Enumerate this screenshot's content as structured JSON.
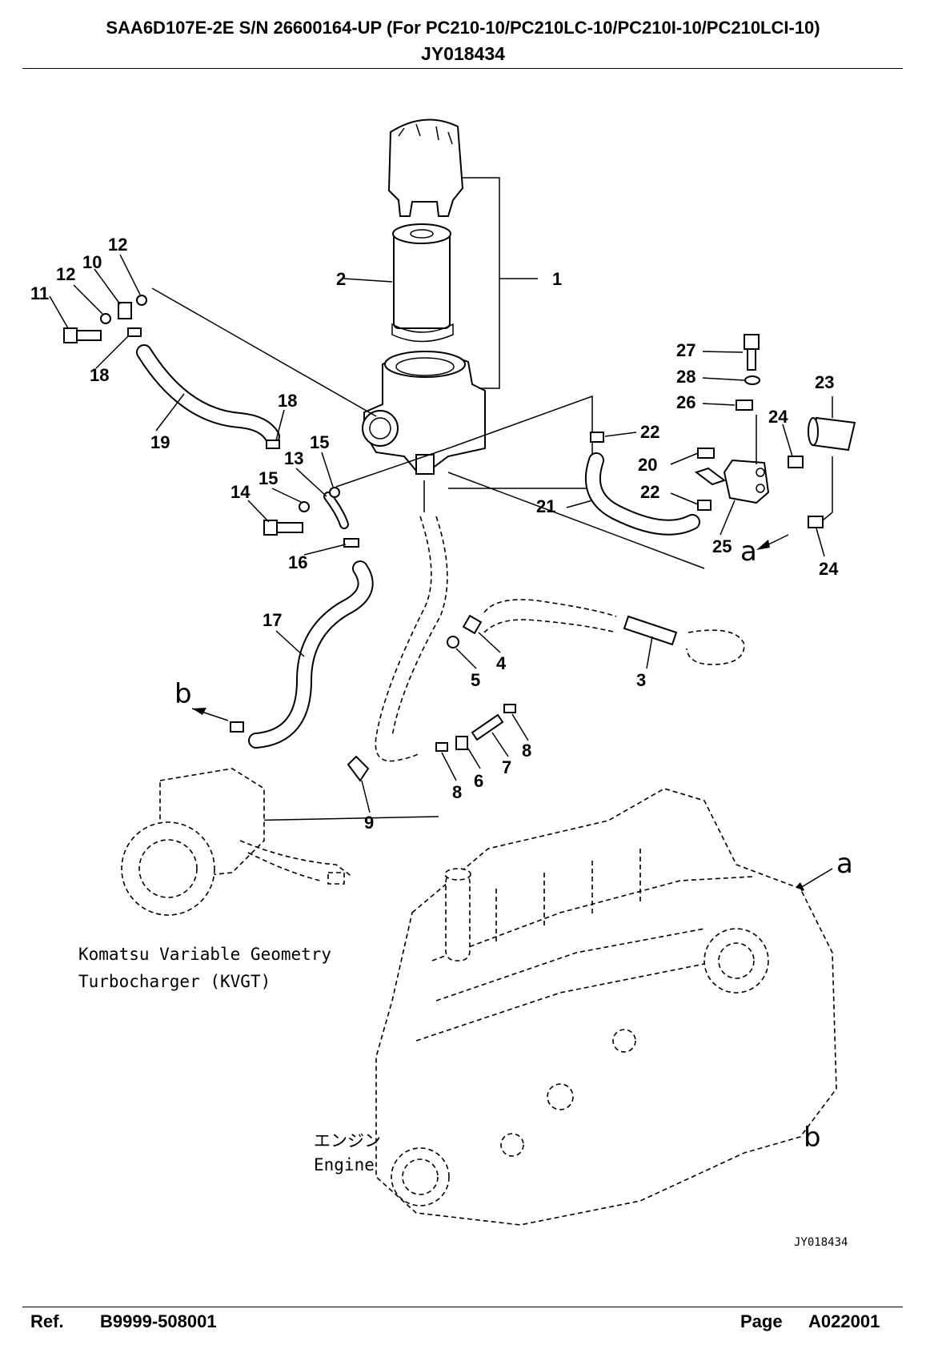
{
  "header": {
    "title": "SAA6D107E-2E S/N 26600164-UP (For PC210-10/PC210LC-10/PC210I-10/PC210LCI-10)",
    "code": "JY018434"
  },
  "diagram": {
    "part_numbers": [
      "1",
      "2",
      "3",
      "4",
      "5",
      "6",
      "7",
      "8",
      "8",
      "9",
      "10",
      "11",
      "12",
      "12",
      "13",
      "14",
      "15",
      "15",
      "16",
      "17",
      "18",
      "18",
      "19",
      "20",
      "21",
      "22",
      "22",
      "23",
      "24",
      "24",
      "25",
      "26",
      "27",
      "28"
    ],
    "callouts": {
      "a_top": "a",
      "a_engine": "a",
      "b_left": "b",
      "b_engine": "b"
    },
    "caption_turbo_line1": "Komatsu Variable Geometry",
    "caption_turbo_line2": "Turbocharger (KVGT)",
    "caption_engine_jp": "エンジン",
    "caption_engine_en": "Engine",
    "watermark": "JY018434"
  },
  "footer": {
    "ref_label": "Ref.",
    "ref_value": "B9999-508001",
    "page_label": "Page",
    "page_value": "A022001"
  }
}
